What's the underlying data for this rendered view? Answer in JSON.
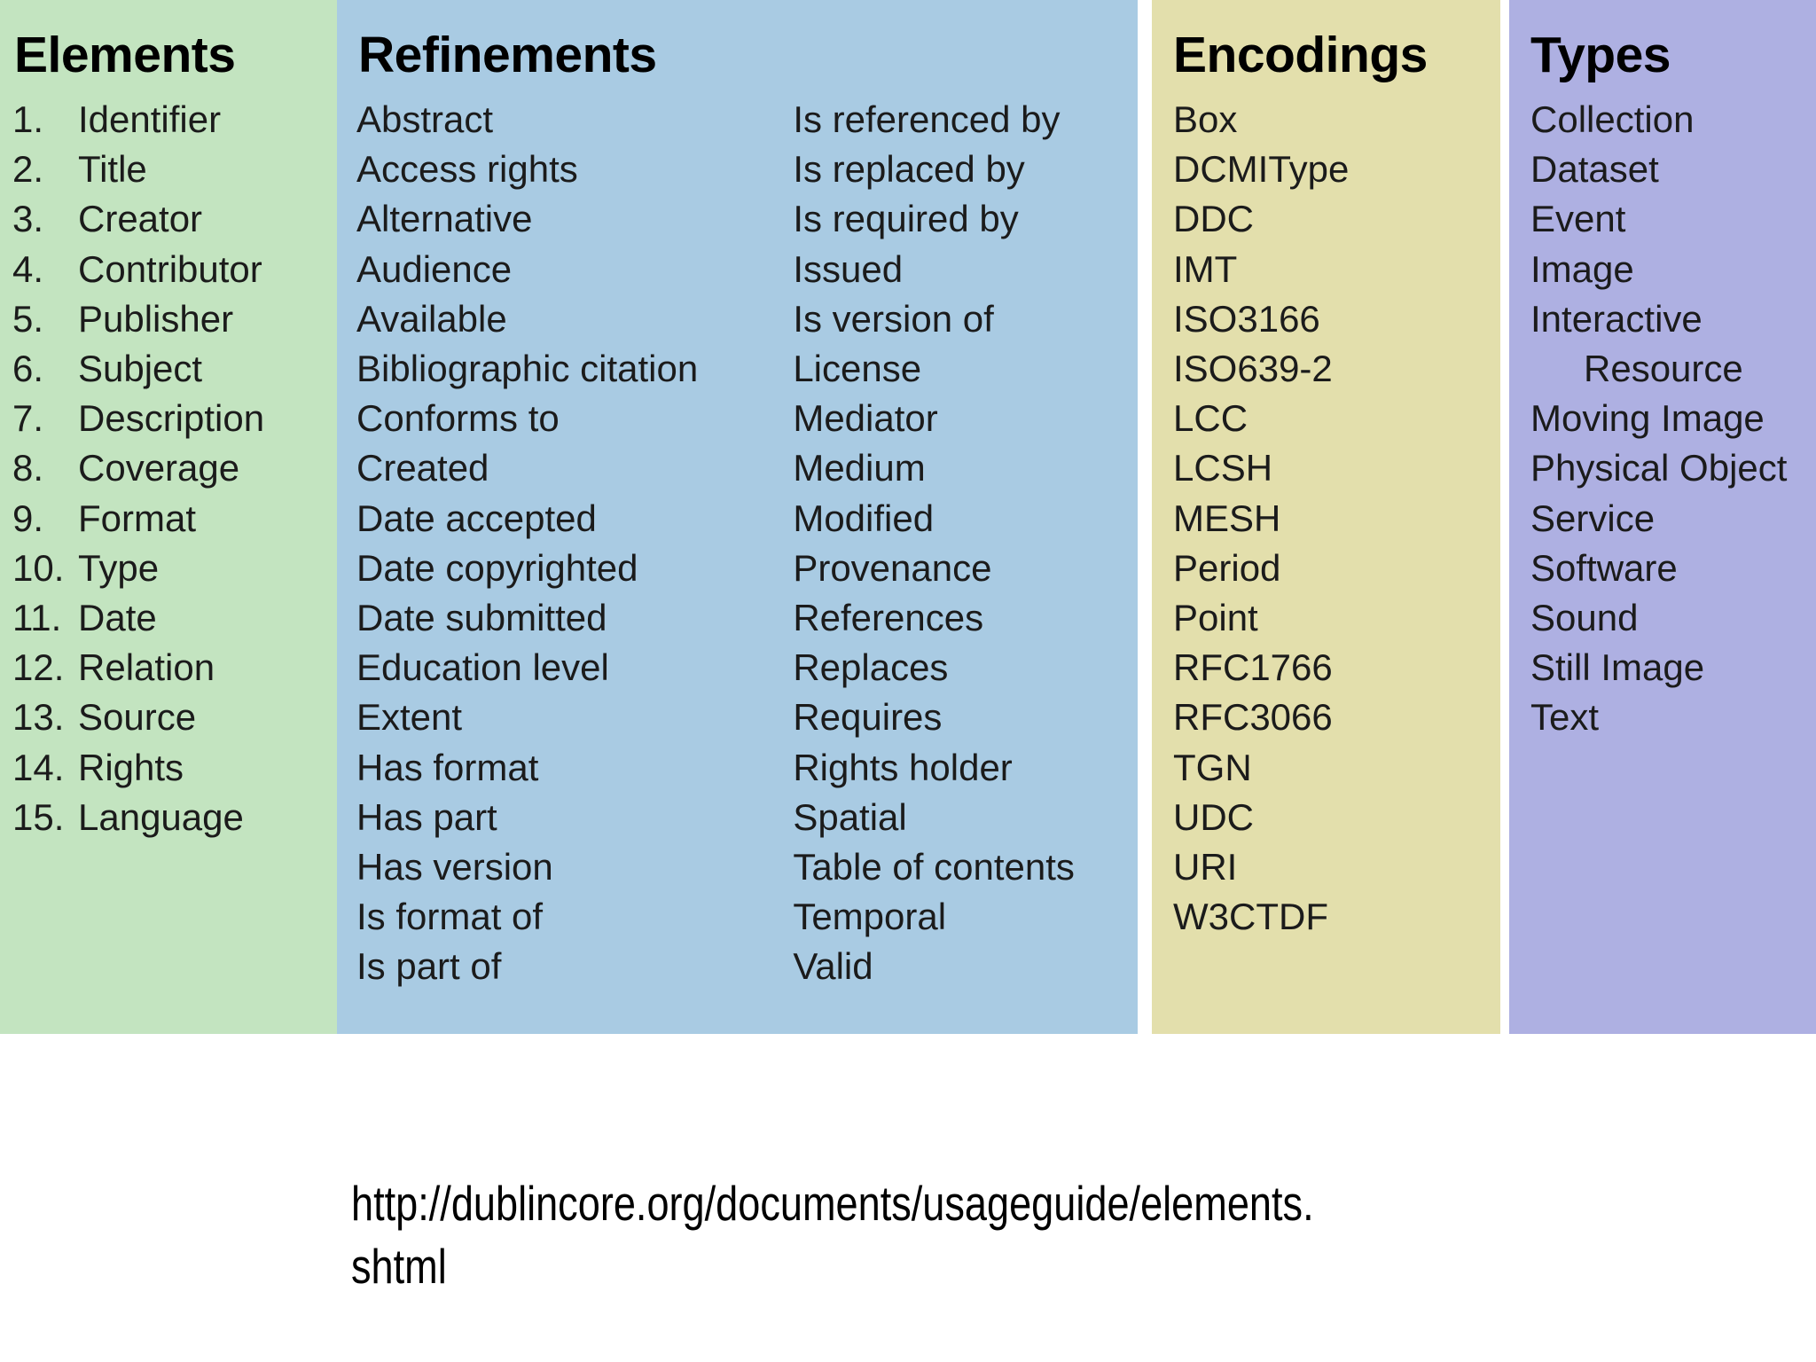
{
  "page": {
    "background": "#ffffff"
  },
  "columns": {
    "elements": {
      "title": "Elements",
      "color": "#c3e4c0",
      "items": [
        {
          "num": "1.",
          "label": "Identifier"
        },
        {
          "num": "2.",
          "label": "Title"
        },
        {
          "num": "3.",
          "label": "Creator"
        },
        {
          "num": "4.",
          "label": "Contributor"
        },
        {
          "num": "5.",
          "label": "Publisher"
        },
        {
          "num": "6.",
          "label": "Subject"
        },
        {
          "num": "7.",
          "label": "Description"
        },
        {
          "num": "8.",
          "label": "Coverage"
        },
        {
          "num": "9.",
          "label": "Format"
        },
        {
          "num": "10.",
          "label": "Type"
        },
        {
          "num": "11.",
          "label": "Date"
        },
        {
          "num": "12.",
          "label": "Relation"
        },
        {
          "num": "13.",
          "label": "Source"
        },
        {
          "num": "14.",
          "label": "Rights"
        },
        {
          "num": "15.",
          "label": "Language"
        }
      ]
    },
    "refinements": {
      "title": "Refinements",
      "color": "#a9cbe3",
      "items_left": [
        "Abstract",
        "Access rights",
        "Alternative",
        "Audience",
        "Available",
        "Bibliographic citation",
        "Conforms to",
        "Created",
        "Date accepted",
        "Date copyrighted",
        "Date submitted",
        "Education level",
        "Extent",
        "Has format",
        "Has part",
        "Has version",
        "Is format of",
        "Is part of"
      ],
      "items_right": [
        "Is referenced by",
        "Is replaced by",
        "Is required by",
        "Issued",
        "Is version of",
        "License",
        "Mediator",
        "Medium",
        "Modified",
        "Provenance",
        "References",
        "Replaces",
        "Requires",
        "Rights holder",
        "Spatial",
        "Table of contents",
        "Temporal",
        "Valid"
      ]
    },
    "encodings": {
      "title": "Encodings",
      "color": "#e3dfac",
      "items": [
        "Box",
        "DCMIType",
        "DDC",
        "IMT",
        "ISO3166",
        "ISO639-2",
        "LCC",
        "LCSH",
        "MESH",
        "Period",
        "Point",
        "RFC1766",
        "RFC3066",
        "TGN",
        "UDC",
        "URI",
        "W3CTDF"
      ]
    },
    "types": {
      "title": "Types",
      "color": "#aeb0e2",
      "items": [
        "Collection",
        "Dataset",
        "Event",
        "Image",
        "Interactive",
        "Resource",
        "Moving Image",
        "Physical Object",
        "Service",
        "Software",
        "Sound",
        "Still Image",
        "Text"
      ]
    }
  },
  "caption": {
    "url": "http://dublincore.org/documents/usageguide/elements.shtml"
  }
}
